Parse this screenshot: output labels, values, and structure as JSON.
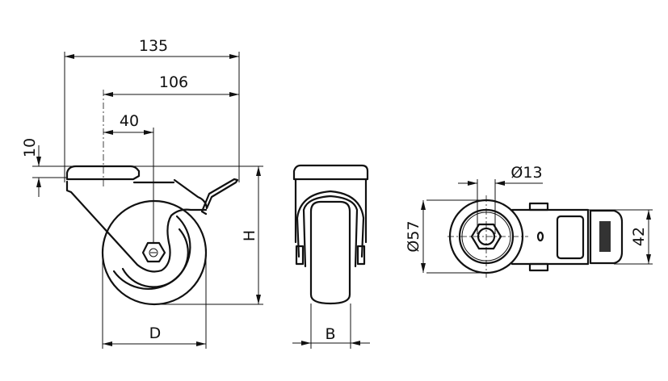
{
  "drawing": {
    "title": "Swivel castor with brake - dimension drawing",
    "views": [
      "side",
      "front",
      "top"
    ],
    "dimensions": {
      "overall_length": "135",
      "plate_to_tip": "106",
      "offset": "40",
      "plate_thickness": "10",
      "height": "H",
      "wheel_diameter": "D",
      "wheel_width": "B",
      "bolt_hole": "Ø13",
      "plate_diameter": "Ø57",
      "body_width": "42"
    }
  }
}
